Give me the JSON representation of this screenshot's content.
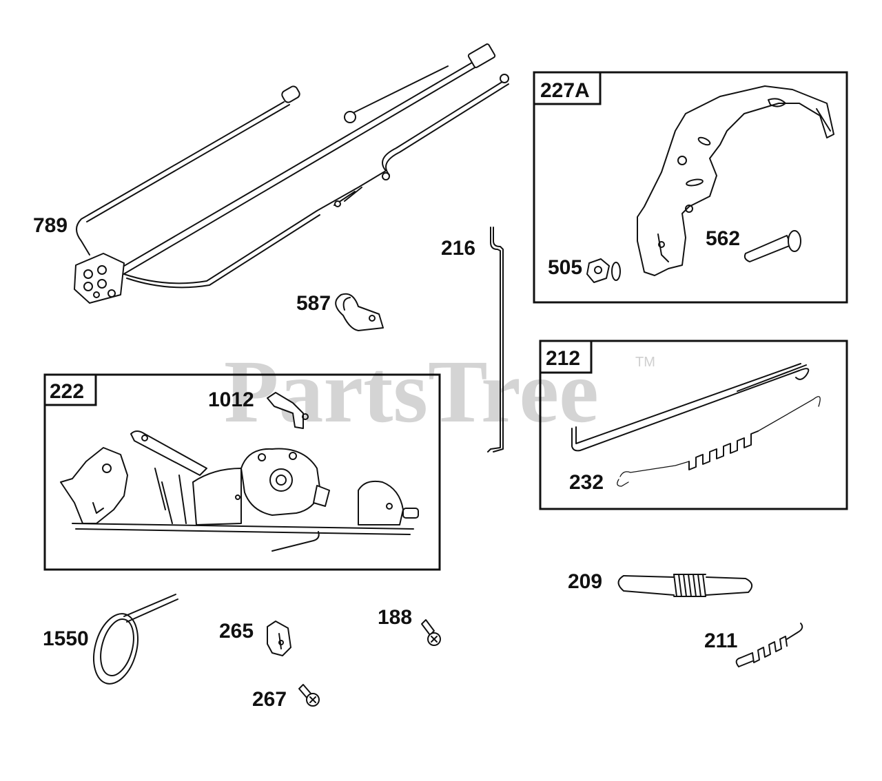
{
  "watermark": {
    "brand": "PartsTree",
    "trademark": "TM"
  },
  "labels": {
    "p789": "789",
    "p216": "216",
    "p587": "587",
    "p227a": "227A",
    "p505": "505",
    "p562": "562",
    "p212": "212",
    "p232": "232",
    "p222": "222",
    "p1012": "1012",
    "p209": "209",
    "p211": "211",
    "p1550": "1550",
    "p265": "265",
    "p188": "188",
    "p267": "267"
  }
}
